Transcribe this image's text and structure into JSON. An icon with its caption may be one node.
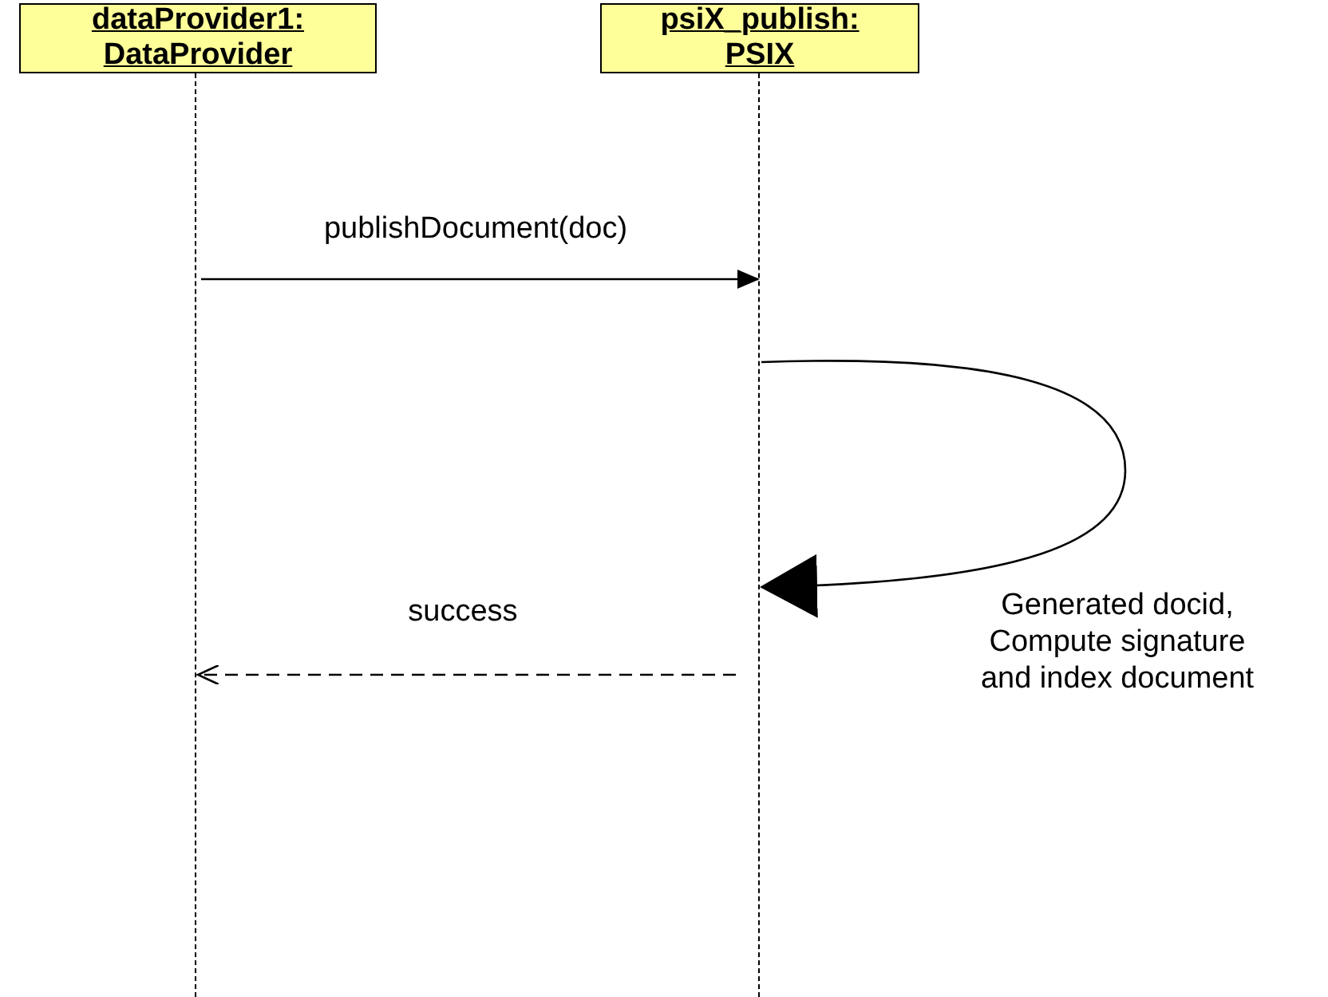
{
  "diagram": {
    "nodes": [
      {
        "text": [
          "dataProvider1: DataProvider"
        ]
      },
      {
        "text": [
          "psiX_publish: PSIX"
        ]
      },
      {
        "text": [],
        "shape": "line"
      },
      {
        "text": [],
        "shape": "line"
      }
    ],
    "edges": [
      {
        "from": 2,
        "to": 3,
        "arrow": "to",
        "label": "publishDocument(doc)"
      },
      {
        "from": 3,
        "to": 3,
        "arrow": "to",
        "label": "Generated docid, Compute signature and index document"
      },
      {
        "from": 3,
        "to": 2,
        "arrow": "to",
        "label": "success",
        "style": "dashed"
      }
    ]
  }
}
